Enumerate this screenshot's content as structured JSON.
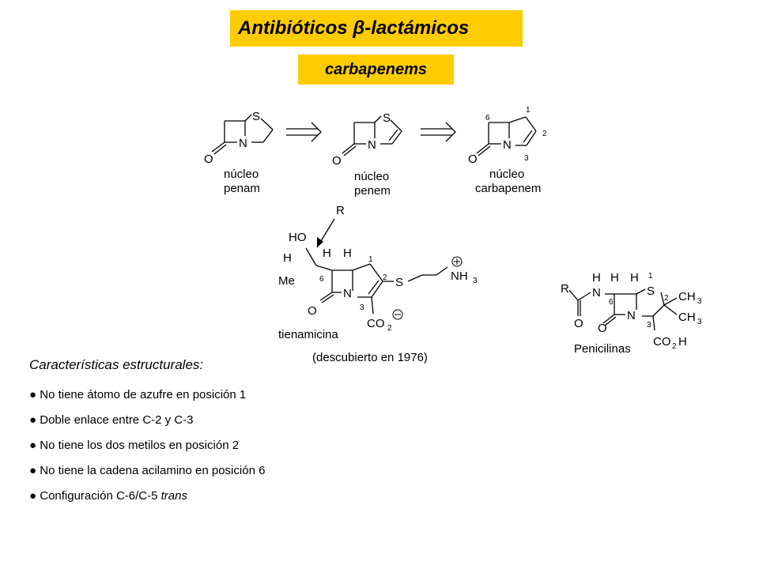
{
  "header": {
    "title": "Antibióticos β-lactámicos",
    "subtitle": "carbapenems"
  },
  "cores": [
    {
      "name": "núcleo",
      "type": "penam"
    },
    {
      "name": "núcleo",
      "type": "penem"
    },
    {
      "name": "núcleo",
      "type": "carbapenem"
    }
  ],
  "thienamycin": {
    "name": "tienamicina",
    "r_label": "R",
    "discovered": "(descubierto en 1976)",
    "atoms": {
      "ho": "HO",
      "h": "H",
      "me": "Me",
      "o": "O",
      "n": "N",
      "s": "S",
      "nh": "NH",
      "nh_sub": "3",
      "co": "CO",
      "co_sub": "2"
    },
    "positions": {
      "p1": "1",
      "p2": "2",
      "p3": "3",
      "p6": "6"
    }
  },
  "penicillin": {
    "name": "Penicilinas",
    "atoms": {
      "r": "R",
      "n": "N",
      "h": "H",
      "o": "O",
      "s": "S",
      "ch": "CH",
      "ch_sub": "3",
      "co": "CO",
      "co_sub": "2",
      "co_h": "H"
    },
    "positions": {
      "p1": "1",
      "p2": "2",
      "p3": "3",
      "p6": "6"
    }
  },
  "features": {
    "title": "Características estructurales:",
    "bullet": "●",
    "items": [
      "No tiene átomo de azufre en posición 1",
      "Doble enlace entre C-2 y C-3",
      "No tiene los dos metilos en posición 2",
      "No tiene la cadena acilamino en posición 6",
      "Configuración C-6/C-5"
    ],
    "last_item_italic": "trans"
  }
}
